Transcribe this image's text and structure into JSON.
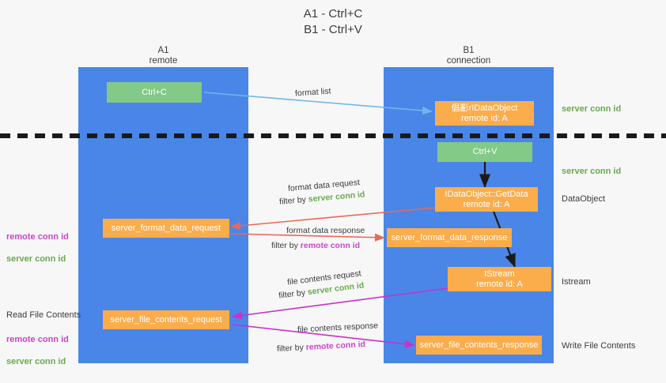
{
  "title": "A1 - Ctrl+C\nB1 - Ctrl+V",
  "lanes": {
    "a": {
      "header": "A1\nremote"
    },
    "b": {
      "header": "B1\nconnection"
    }
  },
  "nodes": {
    "ctrl_c": "Ctrl+C",
    "data_object_new": "倡彲rIDataObject\nremote id: A",
    "ctrl_v": "Ctrl+V",
    "get_data": "IDataObject::GetData\nremote id: A",
    "istream": "IStream\nremote id: A",
    "server_format_data_request": "server_format_data_request",
    "server_format_data_response": "server_format_data_response",
    "server_file_contents_request": "server_file_contents_request",
    "server_file_contents_response": "server_file_contents_response"
  },
  "right_labels": {
    "server_conn_id_top": "server conn id",
    "server_conn_id_mid": "server conn id",
    "data_object": "DataObject",
    "istream": "Istream",
    "write_file_contents": "Write File Contents"
  },
  "left_labels": {
    "read_file_contents": "Read File Contents",
    "remote_conn_id": "remote conn id",
    "server_conn_id": "server conn id"
  },
  "edges": {
    "format_list": "format list",
    "format_data_request": "format data request",
    "format_data_request_filter_prefix": "filter by ",
    "format_data_request_filter_key": "server conn id",
    "format_data_response": "format data response",
    "format_data_response_filter_prefix": "filter by ",
    "format_data_response_filter_key": "remote conn id",
    "file_contents_request": "file contents request",
    "file_contents_request_filter_prefix": "filter by ",
    "file_contents_request_filter_key": "server conn id",
    "file_contents_response": "file contents response",
    "file_contents_response_filter_prefix": "filter by ",
    "file_contents_response_filter_key": "remote conn id"
  },
  "colors": {
    "lane": "#4a86e8",
    "orange": "#fbad4b",
    "green_box": "#83c987",
    "green_text": "#6aa84f",
    "magenta_text": "#c945c9",
    "red_arrow": "#e8685a",
    "magenta_arrow": "#cc2fcc",
    "blue_arrow": "#6fb7e8",
    "dark_arrow": "#1a1a1a",
    "background": "#f7f7f7"
  }
}
